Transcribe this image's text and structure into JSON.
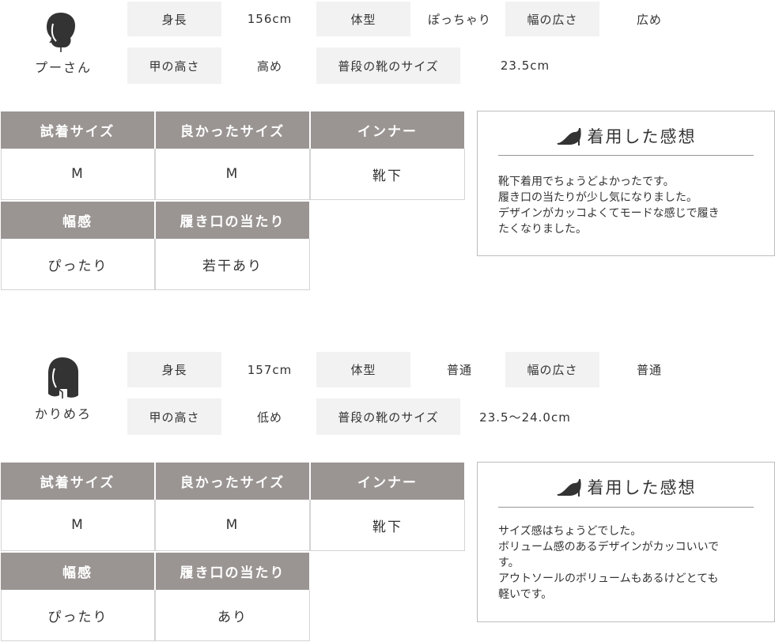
{
  "reviews": [
    {
      "reviewer": "プーさん",
      "profile": {
        "height_label": "身長",
        "height": "156cm",
        "build_label": "体型",
        "build": "ぽっちゃり",
        "width_label": "幅の広さ",
        "width": "広め",
        "instep_label": "甲の高さ",
        "instep": "高め",
        "usual_size_label": "普段の靴のサイズ",
        "usual_size": "23.5cm"
      },
      "grid": {
        "tried_label": "試着サイズ",
        "tried": "M",
        "good_label": "良かったサイズ",
        "good": "M",
        "inner_label": "インナー",
        "inner": "靴下",
        "fit_label": "幅感",
        "fit": "ぴったり",
        "opening_label": "履き口の当たり",
        "opening": "若干あり"
      },
      "impression": {
        "title": "着用した感想",
        "lines": [
          "靴下着用でちょうどよかったです。",
          "履き口の当たりが少し気になりました。",
          "デザインがカッコよくてモードな感じで履き",
          "たくなりました。"
        ]
      }
    },
    {
      "reviewer": "かりめろ",
      "profile": {
        "height_label": "身長",
        "height": "157cm",
        "build_label": "体型",
        "build": "普通",
        "width_label": "幅の広さ",
        "width": "普通",
        "instep_label": "甲の高さ",
        "instep": "低め",
        "usual_size_label": "普段の靴のサイズ",
        "usual_size": "23.5〜24.0cm"
      },
      "grid": {
        "tried_label": "試着サイズ",
        "tried": "M",
        "good_label": "良かったサイズ",
        "good": "M",
        "inner_label": "インナー",
        "inner": "靴下",
        "fit_label": "幅感",
        "fit": "ぴったり",
        "opening_label": "履き口の当たり",
        "opening": "あり"
      },
      "impression": {
        "title": "着用した感想",
        "lines": [
          "サイズ感はちょうどでした。",
          "ボリューム感のあるデザインがカッコいいで",
          "す。",
          "アウトソールのボリュームもあるけどとても",
          "軽いです。"
        ]
      }
    }
  ],
  "colors": {
    "header_bg": "#9a9593",
    "label_bg": "#f2f2f2",
    "border": "#d4d4d4",
    "text": "#333333"
  },
  "icons": {
    "avatar_1": "short-hair-woman-icon",
    "avatar_2": "long-hair-woman-icon",
    "impression": "high-heel-icon"
  }
}
